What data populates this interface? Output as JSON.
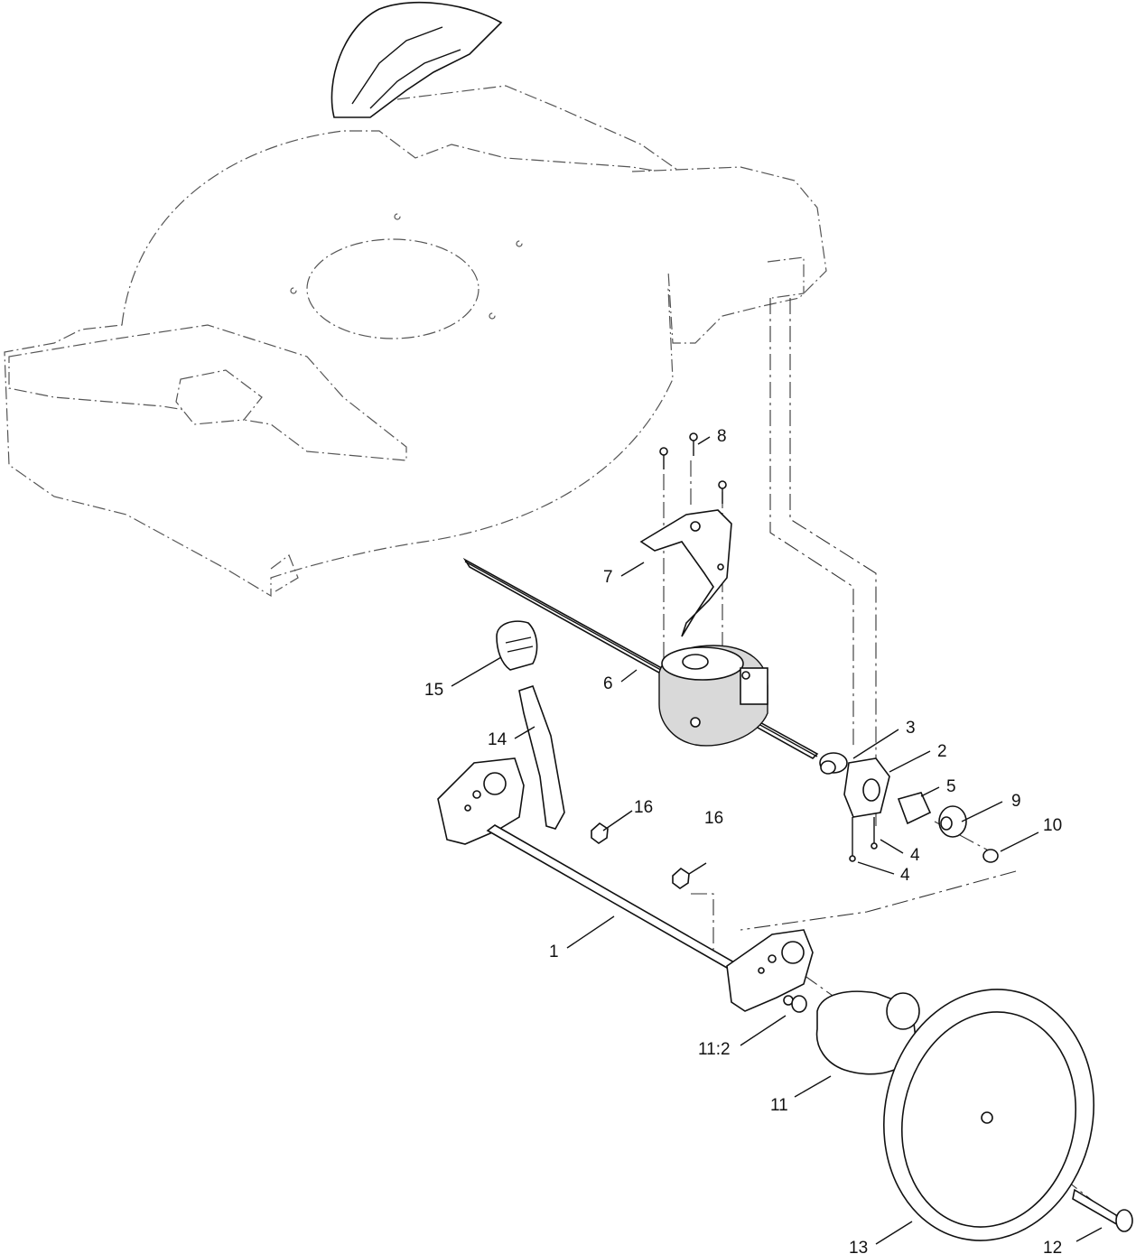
{
  "callouts": [
    {
      "id": "c1",
      "text": "1"
    },
    {
      "id": "c2",
      "text": "2"
    },
    {
      "id": "c3",
      "text": "3"
    },
    {
      "id": "c4a",
      "text": "4"
    },
    {
      "id": "c4b",
      "text": "4"
    },
    {
      "id": "c5",
      "text": "5"
    },
    {
      "id": "c6",
      "text": "6"
    },
    {
      "id": "c7",
      "text": "7"
    },
    {
      "id": "c8",
      "text": "8"
    },
    {
      "id": "c9",
      "text": "9"
    },
    {
      "id": "c10",
      "text": "10"
    },
    {
      "id": "c11",
      "text": "11"
    },
    {
      "id": "c11b",
      "text": "11:2"
    },
    {
      "id": "c12",
      "text": "12"
    },
    {
      "id": "c13",
      "text": "13"
    },
    {
      "id": "c14",
      "text": "14"
    },
    {
      "id": "c15",
      "text": "15"
    },
    {
      "id": "c16a",
      "text": "16"
    },
    {
      "id": "c16b",
      "text": "16"
    }
  ]
}
